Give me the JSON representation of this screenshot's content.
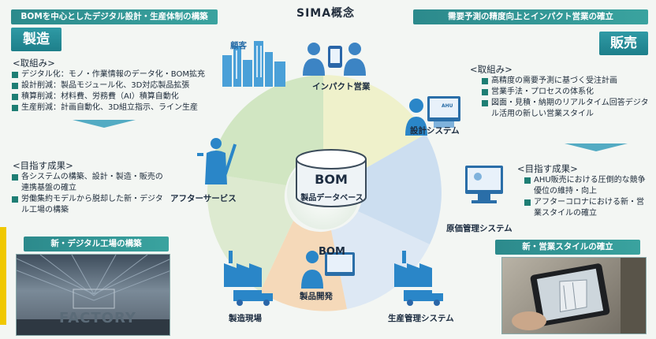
{
  "title": "SIMA概念",
  "left": {
    "banner": "BOMを中心としたデジタル設計・生産体制の構築",
    "tag": "製造",
    "efforts_heading": "<取組み>",
    "efforts": [
      "デジタル化：モノ・作業情報のデータ化・BOM拡充",
      "設計削減：製品モジュール化、3D対応製品拡張",
      "積算削減：材料費、労務費（AI）積算自動化",
      "生産削減：計画自動化、3D組立指示、ライン生産"
    ],
    "goals_heading": "<目指す成果>",
    "goals": [
      "各システムの構築、設計・製造・販売の連携基盤の確立",
      "労働集約モデルから脱却した新・デジタル工場の構築"
    ],
    "photo_banner": "新・デジタル工場の構築",
    "photo_text": "FACTORY"
  },
  "right": {
    "banner": "需要予測の精度向上とインパクト営業の確立",
    "tag": "販売",
    "efforts_heading": "<取組み>",
    "efforts": [
      "高精度の需要予測に基づく受注計画",
      "営業手法・プロセスの体系化",
      "図面・見積・納期のリアルタイム回答デジタル活用の新しい営業スタイル"
    ],
    "goals_heading": "<目指す成果>",
    "goals": [
      "AHU販売における圧倒的な競争優位の維持・向上",
      "アフターコロナにおける新・営業スタイルの確立"
    ],
    "photo_banner": "新・営業スタイルの確立"
  },
  "center": {
    "db_title": "BOM",
    "db_sub": "製品データベース",
    "customer": "顧客",
    "nodes": {
      "impact_sales": "インパクト営業",
      "design_system": "設計システム",
      "cost_system": "原価管理システム",
      "production_system": "生産管理システム",
      "product_dev": "製品開発",
      "factory_floor": "製造現場",
      "after_service": "アフターサービス"
    },
    "screen_tag": "AHU",
    "bottom_bom_title": "BOM"
  },
  "colors": {
    "teal": "#2c8a8c",
    "wheel_green": "#cfe5bf",
    "wheel_yellow": "#eef0c8",
    "wheel_blue": "#c9dcef",
    "wheel_orange": "#f4d7b5",
    "icon_blue": "#2a86c8"
  }
}
